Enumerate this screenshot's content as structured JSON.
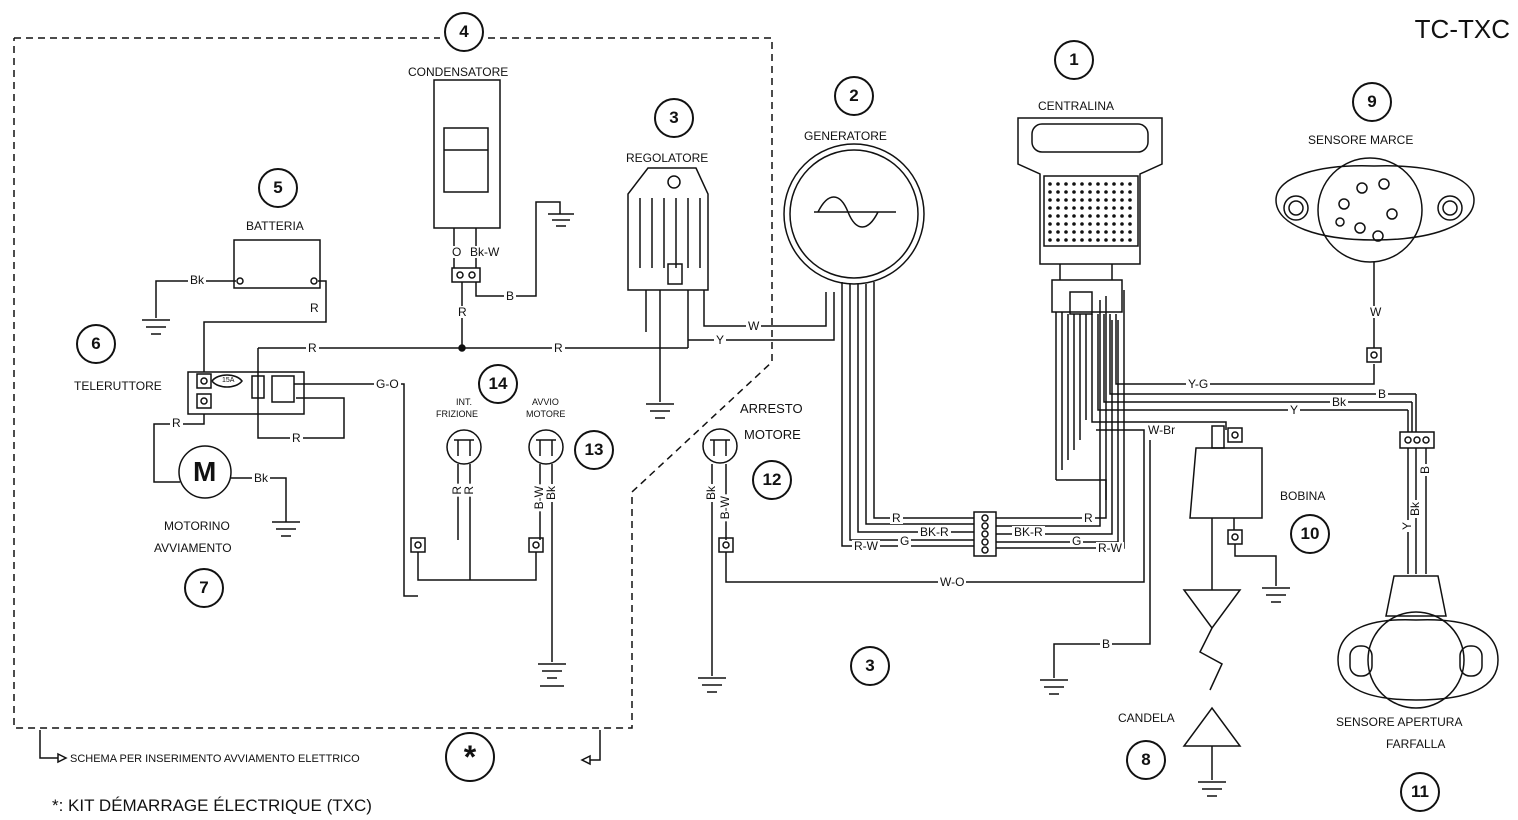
{
  "title": "TC-TXC",
  "footnote": "*: KIT DÉMARRAGE ÉLECTRIQUE (TXC)",
  "schema_note": "SCHEMA PER INSERIMENTO AVVIAMENTO ELETTRICO",
  "star": "*",
  "components": {
    "centralina": "CENTRALINA",
    "generatore": "GENERATORE",
    "regolatore": "REGOLATORE",
    "condensatore": "CONDENSATORE",
    "batteria": "BATTERIA",
    "teleruttore": "TELERUTTORE",
    "motorino_1": "MOTORINO",
    "motorino_2": "AVVIAMENTO",
    "candela": "CANDELA",
    "sensore_marce": "SENSORE MARCE",
    "bobina": "BOBINA",
    "sensore_farfalla_1": "SENSORE APERTURA",
    "sensore_farfalla_2": "FARFALLA",
    "arresto_1": "ARRESTO",
    "arresto_2": "MOTORE",
    "int_1": "INT.",
    "int_2": "FRIZIONE",
    "avvio_1": "AVVIO",
    "avvio_2": "MOTORE",
    "motor_symbol": "M",
    "fuse": "15A"
  },
  "numbers": {
    "n1": "1",
    "n2": "2",
    "n3a": "3",
    "n3b": "3",
    "n4": "4",
    "n5": "5",
    "n6": "6",
    "n7": "7",
    "n8": "8",
    "n9": "9",
    "n10": "10",
    "n11": "11",
    "n12": "12",
    "n13": "13",
    "n14": "14"
  },
  "wires": {
    "bk_batt": "Bk",
    "r_top": "R",
    "r_mid_left": "R",
    "r_mid_right": "R",
    "r_tele_left": "R",
    "r_tele_bottom": "R",
    "g_o": "G-O",
    "bk_motor": "Bk",
    "o_cond": "O",
    "bkw_cond": "Bk-W",
    "r_cond": "R",
    "b_cond": "B",
    "w_reg": "W",
    "y_reg": "Y",
    "r_int1": "R",
    "r_int2": "R",
    "bw_avvio": "B-W",
    "bk_avvio": "Bk",
    "bk_arresto": "Bk",
    "bw_arresto": "B-W",
    "r_conn_l": "R",
    "bkr_conn_l": "BK-R",
    "g_conn_l": "G",
    "rw_conn_l": "R-W",
    "bkr_conn_r": "BK-R",
    "r_conn_r": "R",
    "g_conn_r": "G",
    "rw_conn_r": "R-W",
    "w_o": "W-O",
    "b_ground": "B",
    "w_br": "W-Br",
    "y_g": "Y-G",
    "b_tps": "B",
    "bk_tps": "Bk",
    "y_tps": "Y",
    "w_sensor": "W",
    "y_tps_v": "Y",
    "bk_tps_v": "Bk",
    "b_tps_v": "B"
  }
}
